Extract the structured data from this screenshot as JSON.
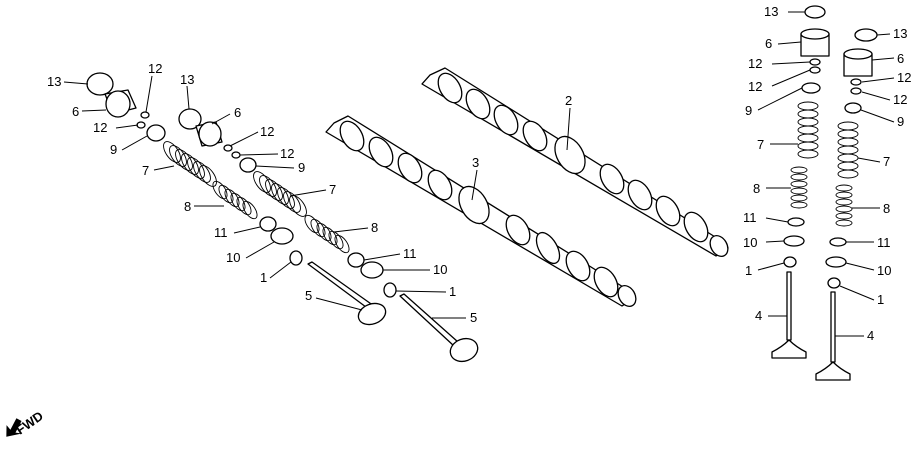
{
  "diagram": {
    "forward_label": "FWD",
    "callouts": {
      "c13a": "13",
      "c6a": "6",
      "c12a": "12",
      "c12b": "12",
      "c9a": "9",
      "c7a": "7",
      "c8a": "8",
      "c11a": "11",
      "c10a": "10",
      "c1a": "1",
      "c5a": "5",
      "c13b": "13",
      "c6b": "6",
      "c12c": "12",
      "c12d": "12",
      "c9b": "9",
      "c7b": "7",
      "c8b": "8",
      "c11b": "11",
      "c10b": "10",
      "c1b": "1",
      "c5b": "5",
      "c3": "3",
      "c2": "2",
      "c13c": "13",
      "c6c": "6",
      "c12e": "12",
      "c12f": "12",
      "c9c": "9",
      "c7c": "7",
      "c8c": "8",
      "c11c": "11",
      "c10c": "10",
      "c1c": "1",
      "c4a": "4",
      "c13d": "13",
      "c6d": "6",
      "c12g": "12",
      "c12h": "12",
      "c9d": "9",
      "c7d": "7",
      "c8d": "8",
      "c11d": "11",
      "c10d": "10",
      "c1d": "1",
      "c4b": "4"
    }
  }
}
